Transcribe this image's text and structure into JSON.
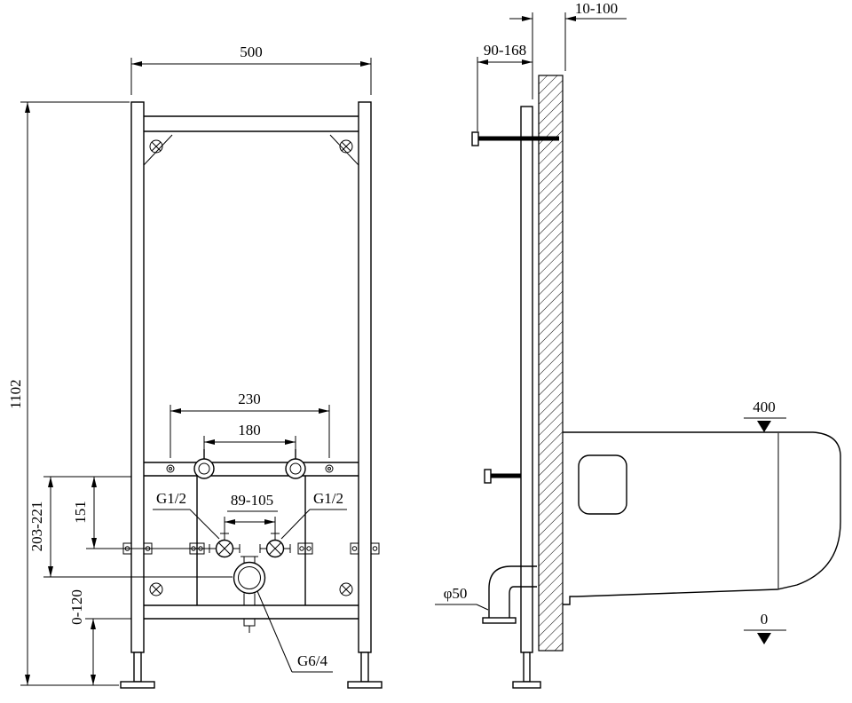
{
  "style": {
    "ink": "#000000",
    "paper": "#ffffff"
  },
  "drawing": {
    "front_view": {
      "dim_width": "500",
      "dim_height": "1102",
      "dim_bolt_spacing": "230",
      "dim_fitting_spacing": "180",
      "dim_valve_spacing": "89-105",
      "label_supply_left": "G1/2",
      "label_supply_right": "G1/2",
      "dim_supply_height": "203-221",
      "dim_valve_height": "151",
      "dim_foot_adjust": "0-120",
      "label_drain_thread": "G6/4"
    },
    "side_view": {
      "dim_wall_offset": "10-100",
      "dim_bracket_depth": "90-168",
      "label_drain_diameter": "φ50",
      "dim_rim_height": "400",
      "dim_floor_level": "0"
    }
  }
}
